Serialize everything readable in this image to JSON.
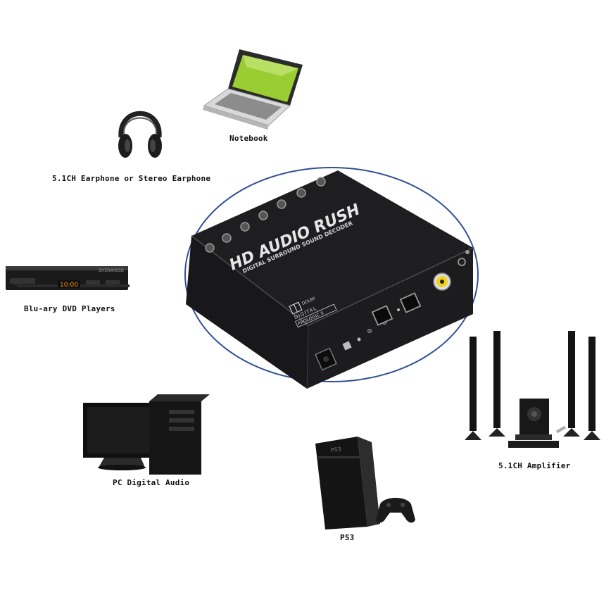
{
  "labels": {
    "notebook": "Notebook",
    "earphone": "5.1CH Earphone or Stereo Earphone",
    "bluray": "Blu-ary DVD Players",
    "pc": "PC Digital Audio",
    "ps3": "PS3",
    "amplifier": "5.1CH Amplifier"
  },
  "device": {
    "brand": "HD AUDIO RUSH",
    "subtitle": "DIGITAL SURROUND SOUND DECODER",
    "dolby_line1": "DOLBY",
    "dolby_line2": "DIGITAL",
    "dolby_line3": "PROLOGIC II"
  },
  "bluray_player": {
    "display": "10:00",
    "brand": "SHERWOOD"
  },
  "colors": {
    "ellipse": "#2f4f95",
    "device_body": "#1c1c1f",
    "laptop_screen": "#9acd32",
    "coax_port": "#f2d31b"
  }
}
